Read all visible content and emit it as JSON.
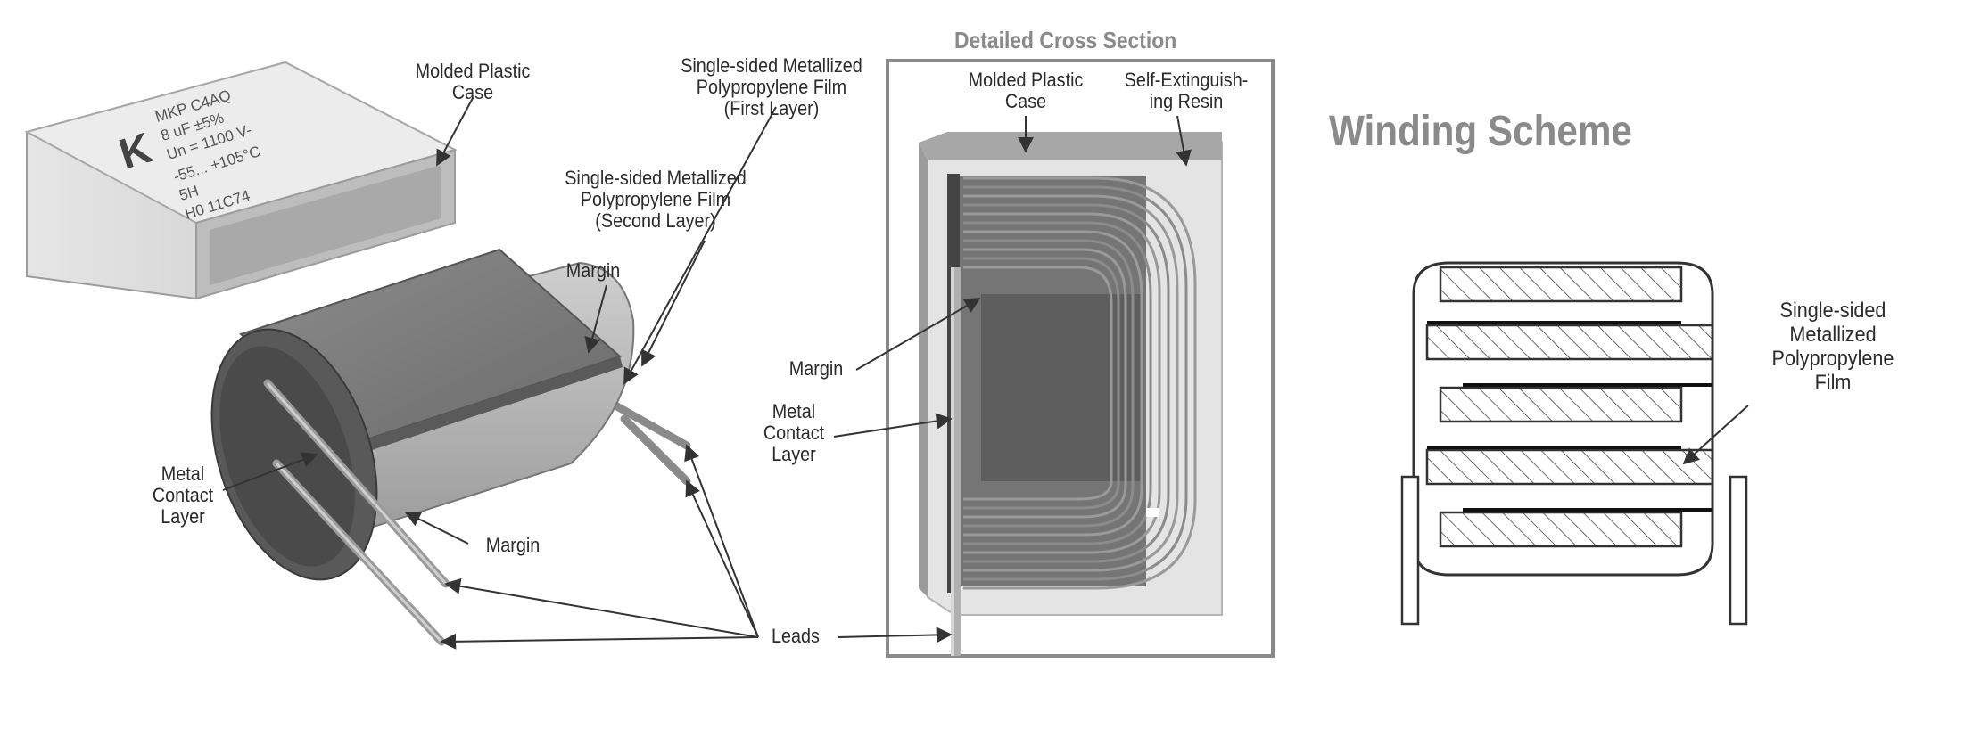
{
  "capacitor": {
    "marking_brand": "K",
    "marking_lines": [
      "MKP  C4AQ",
      "8 uF  ±5%",
      "Un =  1100 V-",
      "-55...  +105°C",
      "5H",
      "H0  11C74"
    ]
  },
  "labels": {
    "molded_case": "Molded Plastic\nCase",
    "film_first": "Single-sided Metallized\nPolypropylene Film\n(First Layer)",
    "film_second": "Single-sided Metallized\nPolypropylene Film\n(Second Layer)",
    "margin_top": "Margin",
    "margin_bottom": "Margin",
    "metal_contact_left": "Metal\nContact\nLayer",
    "leads": "Leads",
    "cs_title": "Detailed Cross Section",
    "cs_molded_case": "Molded Plastic\nCase",
    "cs_resin": "Self-Extinguish-\ning Resin",
    "cs_margin": "Margin",
    "cs_metal_contact": "Metal\nContact\nLayer",
    "ws_title": "Winding Scheme",
    "ws_film": "Single-sided\nMetallized\nPolypropylene\nFilm"
  },
  "colors": {
    "case": "#d9d9d9",
    "case_shadow": "#b3b3b3",
    "winding": "#7a7a7a",
    "winding_light": "#a5a5a5",
    "end_cap": "#4d4d4d",
    "title_gray": "#8a8a8a",
    "line": "#333333"
  }
}
